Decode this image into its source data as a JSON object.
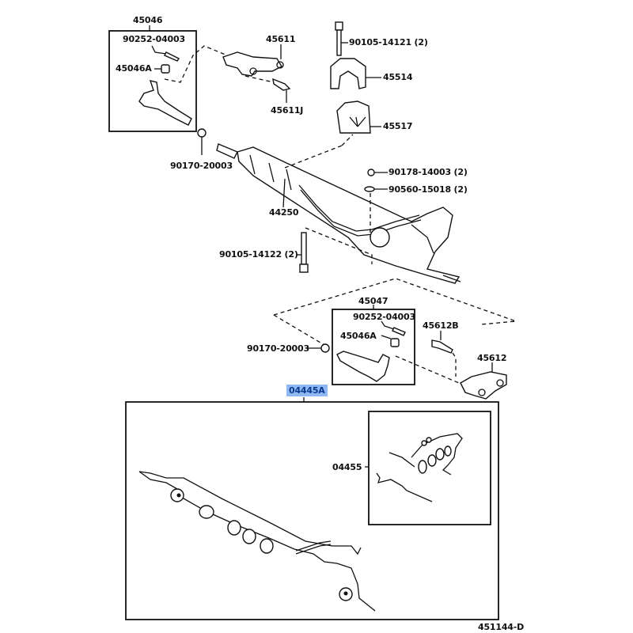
{
  "diagram": {
    "title": "Steering rack & tie rod parts diagram",
    "figure_code": "451144-D",
    "labels": {
      "p45046": "45046",
      "p90252_a": "90252-04003",
      "p45046A_a": "45046A",
      "p45611": "45611",
      "p45611J": "45611J",
      "p90105_14121": "90105-14121 (2)",
      "p45514": "45514",
      "p45517": "45517",
      "p90170_a": "90170-20003",
      "p90178": "90178-14003 (2)",
      "p90560": "90560-15018 (2)",
      "p44250": "44250",
      "p90105_14122": "90105-14122 (2)",
      "p45047": "45047",
      "p90252_b": "90252-04003",
      "p45046A_b": "45046A",
      "p45612B": "45612B",
      "p90170_b": "90170-20003",
      "p45612": "45612",
      "p04445A": "04445A",
      "p04455": "04455"
    },
    "highlighted_part": "04445A",
    "highlight_color": "#8fb8f5"
  }
}
